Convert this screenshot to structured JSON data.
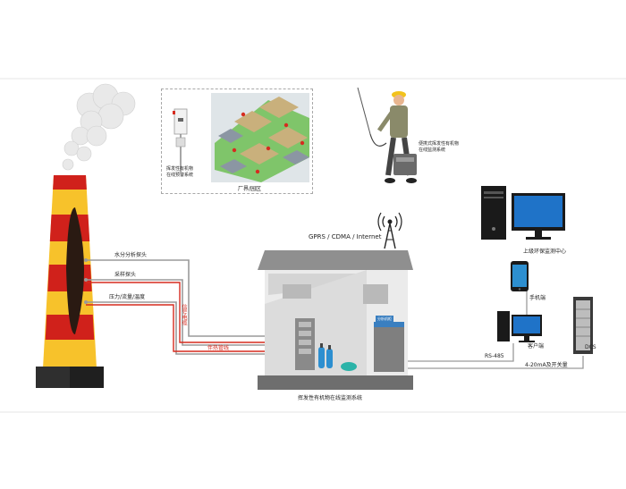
{
  "labels": {
    "moisture_probe": "水分分析探头",
    "sampling_probe": "采样探头",
    "pressure_flow_temp": "压力/流量/温度",
    "heat_trace_pipe": "伴热管线",
    "signal_cable": "信号电缆",
    "network": "GPRS / CDMA / Internet",
    "upper_center": "上级环保监测中心",
    "mobile": "手机端",
    "client": "客户端",
    "rs485": "RS-485",
    "dcs": "DCS",
    "analog_switch": "4-20mA及开关量",
    "system_title": "挥发性有机物在线监测系统",
    "park_area": "厂界/园区",
    "boundary_system": "挥发性有机物\n在线预警系统",
    "portable_device": "便携式挥发性有机物\n在线监测系统",
    "cabinet_label": "分析机柜"
  },
  "colors": {
    "stack_red": "#d0211b",
    "stack_yellow": "#f7c22b",
    "pipe_red": "#d62b1f",
    "line_gray": "#9a9a9a",
    "house_roof": "#8c8c8c",
    "house_wall": "#d8d8d8",
    "monitor_blue": "#1f73c8"
  },
  "icons": [
    "smoke-cloud-icon",
    "chimney-icon",
    "antenna-tower-icon",
    "desktop-computer-icon",
    "smartphone-icon",
    "client-computer-icon",
    "dcs-server-icon",
    "worker-portable-device-icon",
    "gas-cylinder-icon",
    "monitoring-station-icon",
    "industrial-park-icon"
  ]
}
